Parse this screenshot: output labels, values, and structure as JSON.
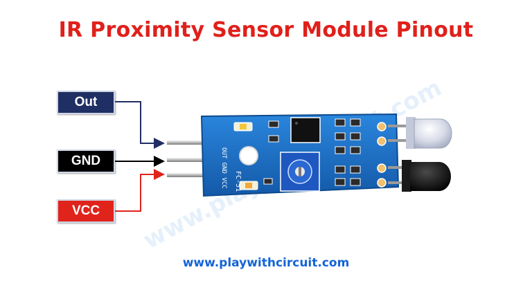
{
  "title": "IR Proximity Sensor Module Pinout",
  "pins": [
    {
      "label": "Out",
      "color": "#1f2f63"
    },
    {
      "label": "GND",
      "color": "#000000"
    },
    {
      "label": "VCC",
      "color": "#e0231b"
    }
  ],
  "board": {
    "silkscreen_pins": "OUT GND VCC",
    "model": "FC-51",
    "pcb_color": "#1a6fc4"
  },
  "website": "www.playwithcircuit.com",
  "watermark": "www.playwithcircuit.com"
}
